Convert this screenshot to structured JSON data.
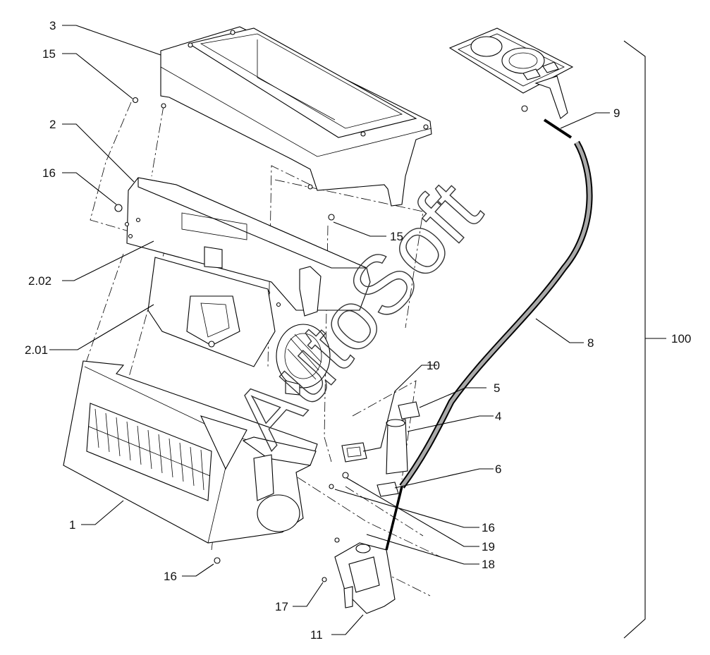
{
  "watermark": "AutoSoft",
  "callouts": {
    "c3": "3",
    "c15a": "15",
    "c2": "2",
    "c16a": "16",
    "c202": "2.02",
    "c201": "2.01",
    "c1": "1",
    "c16b": "16",
    "c15b": "15",
    "c9": "9",
    "c8": "8",
    "c100": "100",
    "c10": "10",
    "c5": "5",
    "c4": "4",
    "c6": "6",
    "c16c": "16",
    "c19": "19",
    "c18": "18",
    "c17": "17",
    "c11": "11"
  }
}
